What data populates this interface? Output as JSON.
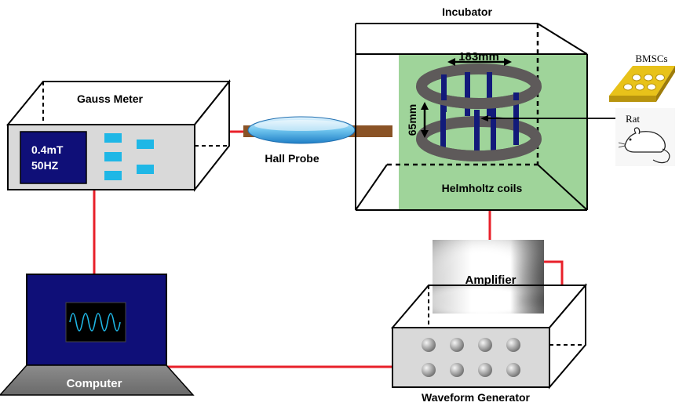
{
  "labels": {
    "incubator": "Incubator",
    "gauss_meter": "Gauss Meter",
    "gauss_value": "0.4mT",
    "gauss_freq": "50HZ",
    "hall_probe": "Hall Probe",
    "helmholtz": "Helmholtz coils",
    "dim_width": "183mm",
    "dim_height": "65mm",
    "bmscs": "BMSCs",
    "rat": "Rat",
    "amplifier": "Amplifier",
    "computer": "Computer",
    "waveform_generator": "Waveform Generator"
  },
  "colors": {
    "wire": "#e8202a",
    "green": "#9fd49a",
    "screen": "#0f0f78",
    "coil": "#5e5a5a",
    "rod": "#121a7a",
    "cyan": "#1fb7e6",
    "box_face": "#d9d9d9",
    "probe_brown": "#8a5326"
  }
}
